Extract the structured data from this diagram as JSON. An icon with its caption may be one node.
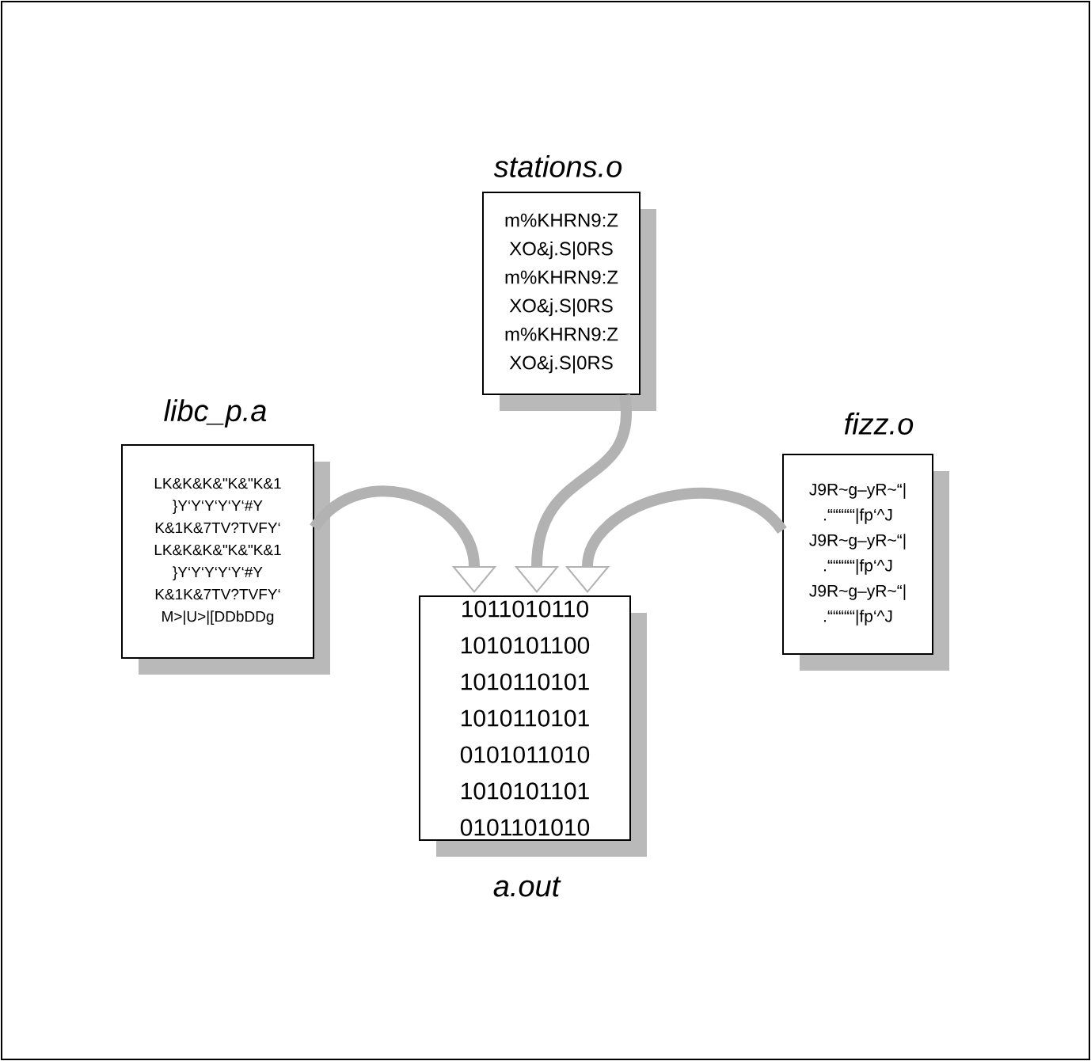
{
  "diagram": {
    "nodes": [
      {
        "text": [
          "stations.o",
          "m%KHRN9:Z",
          "XO&j.S|0RS",
          "m%KHRN9:Z",
          "XO&j.S|0RS",
          "m%KHRN9:Z",
          "XO&j.S|0RS"
        ]
      },
      {
        "text": [
          "libc_p.a",
          "LK&K&K&\"K&\"K&1",
          "}Y‘Y‘Y‘Y‘Y‘#Y",
          "K&1K&7TV?TVFY‘",
          "LK&K&K&\"K&\"K&1",
          "}Y‘Y‘Y‘Y‘Y‘#Y",
          "K&1K&7TV?TVFY‘",
          "M>|U>|[DDbDDg"
        ]
      },
      {
        "text": [
          "fizz.o",
          "J9R~g–yR~“|",
          ".“““““|fp‘^J",
          "J9R~g–yR~“|",
          ".“““““|fp‘^J",
          "J9R~g–yR~“|",
          ".“““““|fp‘^J"
        ]
      },
      {
        "text": [
          "1011010110",
          "1010101100",
          "1010110101",
          "1010110101",
          "0101011010",
          "1010101101",
          "0101101010",
          "a.out"
        ]
      }
    ],
    "edges": [
      {
        "from": 0,
        "to": 3,
        "arrow": "to"
      },
      {
        "from": 1,
        "to": 3,
        "arrow": "to"
      },
      {
        "from": 2,
        "to": 3,
        "arrow": "to"
      }
    ]
  }
}
